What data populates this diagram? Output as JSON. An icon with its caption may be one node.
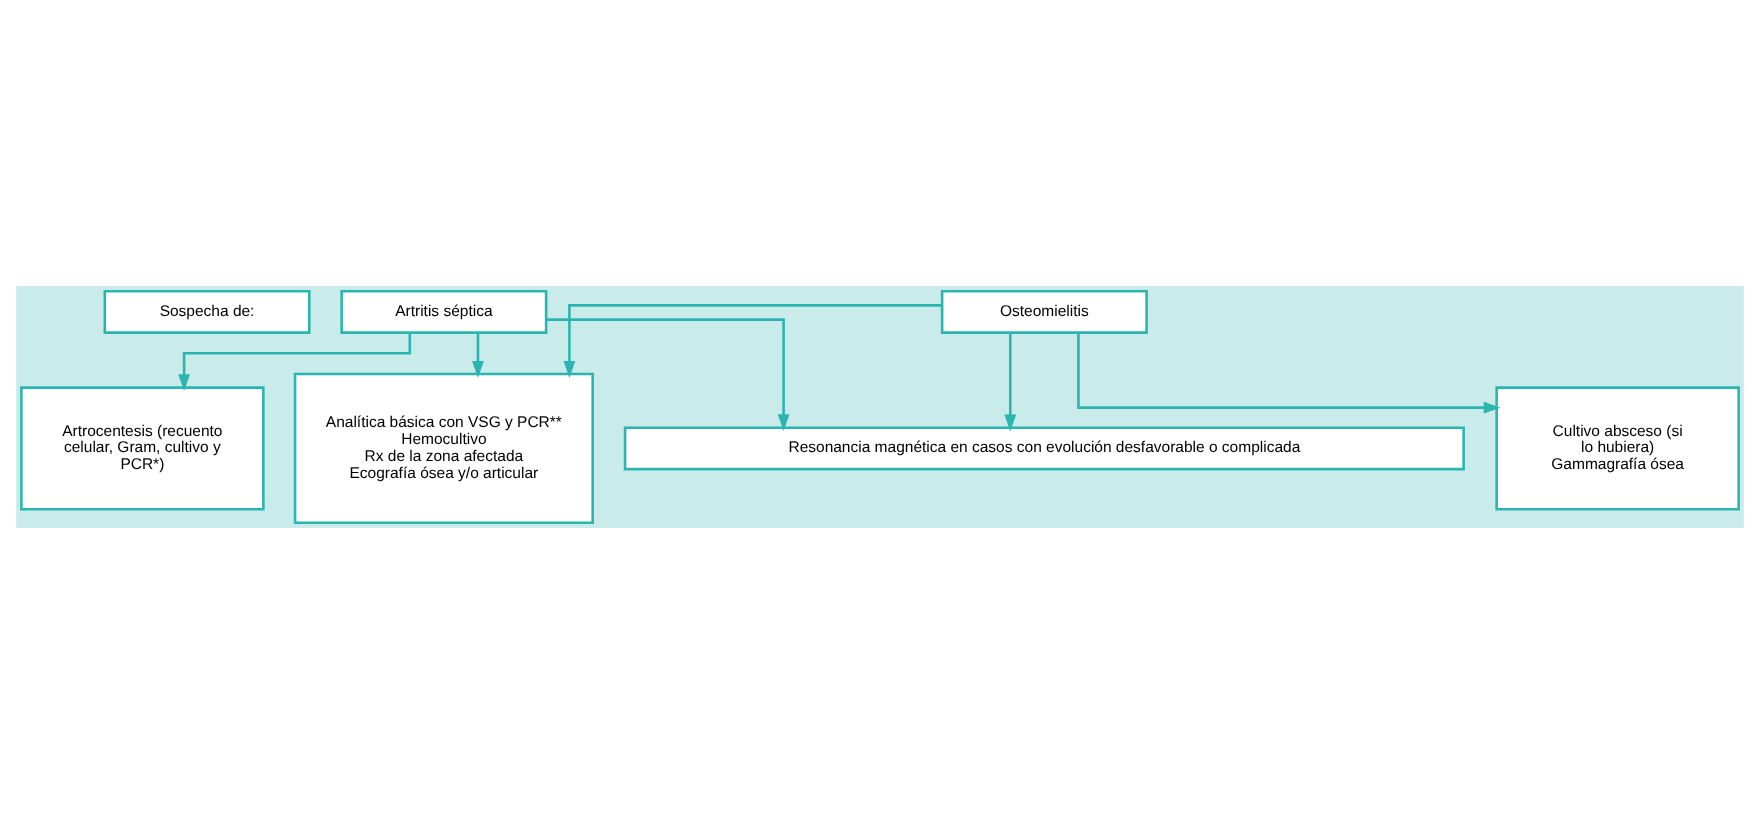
{
  "diagram": {
    "nodes": [
      {
        "text": [
          "Sospecha de:"
        ]
      },
      {
        "text": [
          "Artritis séptica"
        ]
      },
      {
        "text": [
          "Osteomielitis"
        ]
      },
      {
        "text": [
          "Artrocentesis (recuento celular, Gram, cultivo y PCR*)"
        ]
      },
      {
        "text": [
          "Analítica básica con VSG y PCR**",
          "Hemocultivo",
          "Rx de la zona afectada",
          "Ecografía ósea y/o articular"
        ]
      },
      {
        "text": [
          "Cultivo absceso (si lo hubiera)",
          "Gammagrafía ósea"
        ]
      },
      {
        "text": [
          "Resonancia magnética en casos con evolución desfavorable o complicada"
        ]
      }
    ],
    "edges": [
      {
        "from": 1,
        "to": 3,
        "arrow": "to"
      },
      {
        "from": 1,
        "to": 4,
        "arrow": "to"
      },
      {
        "from": 2,
        "to": 4,
        "arrow": "to"
      },
      {
        "from": 2,
        "to": 5,
        "arrow": "to"
      },
      {
        "from": 1,
        "to": 6,
        "arrow": "to"
      },
      {
        "from": 2,
        "to": 6,
        "arrow": "to"
      }
    ]
  }
}
